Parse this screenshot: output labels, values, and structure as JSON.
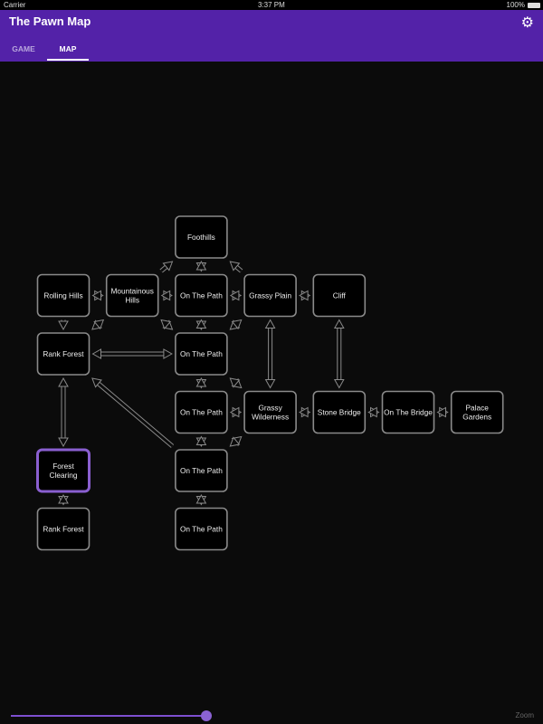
{
  "status": {
    "carrier": "Carrier",
    "time": "3:37 PM",
    "battery": "100%"
  },
  "app": {
    "title": "The Pawn Map",
    "settings_icon": "gear-icon"
  },
  "tabs": [
    {
      "label": "GAME",
      "active": false
    },
    {
      "label": "MAP",
      "active": true
    }
  ],
  "map": {
    "nodes": [
      {
        "id": "foothills",
        "label": [
          "Foothills"
        ]
      },
      {
        "id": "rolling_hills",
        "label": [
          "Rolling Hills"
        ]
      },
      {
        "id": "mountainous_hills",
        "label": [
          "Mountainous",
          "Hills"
        ]
      },
      {
        "id": "path_1",
        "label": [
          "On The Path"
        ]
      },
      {
        "id": "grassy_plain",
        "label": [
          "Grassy Plain"
        ]
      },
      {
        "id": "cliff",
        "label": [
          "Cliff"
        ]
      },
      {
        "id": "rank_forest_1",
        "label": [
          "Rank Forest"
        ]
      },
      {
        "id": "path_2",
        "label": [
          "On The Path"
        ]
      },
      {
        "id": "path_3",
        "label": [
          "On The Path"
        ]
      },
      {
        "id": "grassy_wilderness",
        "label": [
          "Grassy",
          "Wilderness"
        ]
      },
      {
        "id": "stone_bridge",
        "label": [
          "Stone Bridge"
        ]
      },
      {
        "id": "on_the_bridge",
        "label": [
          "On The Bridge"
        ]
      },
      {
        "id": "palace_gardens",
        "label": [
          "Palace",
          "Gardens"
        ]
      },
      {
        "id": "forest_clearing",
        "label": [
          "Forest",
          "Clearing"
        ],
        "current": true
      },
      {
        "id": "path_4",
        "label": [
          "On The Path"
        ]
      },
      {
        "id": "rank_forest_2",
        "label": [
          "Rank Forest"
        ]
      },
      {
        "id": "path_5",
        "label": [
          "On The Path"
        ]
      }
    ],
    "edges": [
      [
        "foothills",
        "path_1",
        "both"
      ],
      [
        "mountainous_hills",
        "foothills",
        "to"
      ],
      [
        "grassy_plain",
        "foothills",
        "to"
      ],
      [
        "rolling_hills",
        "mountainous_hills",
        "both"
      ],
      [
        "mountainous_hills",
        "path_1",
        "both"
      ],
      [
        "path_1",
        "grassy_plain",
        "both"
      ],
      [
        "grassy_plain",
        "cliff",
        "both"
      ],
      [
        "rolling_hills",
        "rank_forest_1",
        "to"
      ],
      [
        "mountainous_hills",
        "rank_forest_1",
        "both"
      ],
      [
        "mountainous_hills",
        "path_2",
        "both"
      ],
      [
        "path_1",
        "path_2",
        "both"
      ],
      [
        "grassy_plain",
        "path_2",
        "both"
      ],
      [
        "rank_forest_1",
        "path_2",
        "both"
      ],
      [
        "grassy_plain",
        "grassy_wilderness",
        "both"
      ],
      [
        "cliff",
        "stone_bridge",
        "both"
      ],
      [
        "path_2",
        "grassy_wilderness",
        "both"
      ],
      [
        "path_2",
        "path_3",
        "both"
      ],
      [
        "path_3",
        "grassy_wilderness",
        "both"
      ],
      [
        "grassy_wilderness",
        "stone_bridge",
        "both"
      ],
      [
        "stone_bridge",
        "on_the_bridge",
        "both"
      ],
      [
        "on_the_bridge",
        "palace_gardens",
        "both"
      ],
      [
        "rank_forest_1",
        "forest_clearing",
        "both"
      ],
      [
        "path_4",
        "rank_forest_1",
        "to"
      ],
      [
        "path_3",
        "path_4",
        "both"
      ],
      [
        "path_4",
        "grassy_wilderness",
        "both"
      ],
      [
        "forest_clearing",
        "rank_forest_2",
        "both"
      ],
      [
        "path_4",
        "path_5",
        "both"
      ]
    ],
    "colors": {
      "border": "#8a8a8a",
      "current": "#8a5fd0",
      "fill": "#000000"
    }
  },
  "zoom": {
    "label": "Zoom",
    "value": 0.4
  }
}
